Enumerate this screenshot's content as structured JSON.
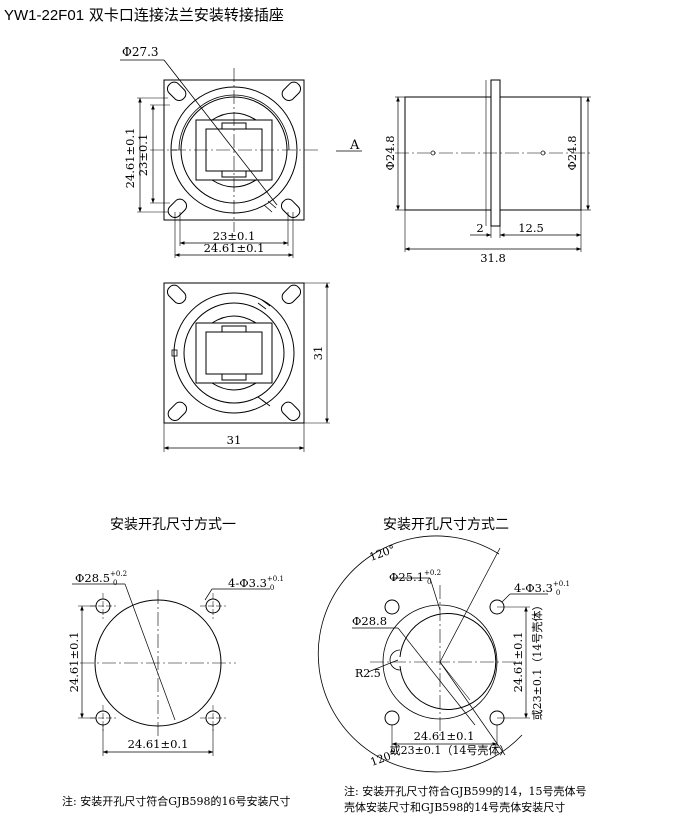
{
  "title": {
    "model": "YW1-22F01",
    "text": "双卡口连接法兰安装转接插座"
  },
  "labels": {
    "front_phi": "Φ27.3",
    "front_v_outer": "24.61±0.1",
    "front_v_inner": "23±0.1",
    "front_h_inner": "23±0.1",
    "front_h_outer": "24.61±0.1",
    "view_a": "A",
    "side_phi_left": "Φ24.8",
    "side_phi_right": "Φ24.8",
    "side_dim_2": "2",
    "side_dim_12_5": "12.5",
    "side_dim_31_8": "31.8",
    "bottom_v_31": "31",
    "bottom_h_31": "31"
  },
  "cutout1": {
    "title": "安装开孔尺寸方式一",
    "phi_main": "Φ28.5",
    "phi_main_tol_top": "+0.2",
    "phi_main_tol_bottom": "0",
    "holes": "4-Φ3.3",
    "holes_tol_top": "+0.1",
    "holes_tol_bottom": "0",
    "dim_v": "24.61±0.1",
    "dim_h": "24.61±0.1",
    "note": "注:  安装开孔尺寸符合GJB598的16号安装尺寸"
  },
  "cutout2": {
    "title": "安装开孔尺寸方式二",
    "angle_top": "120°",
    "angle_bottom": "120°",
    "phi_inner": "Φ25.1",
    "phi_inner_tol_top": "+0.2",
    "phi_inner_tol_bottom": "0",
    "phi_outer": "Φ28.8",
    "radius": "R2.5",
    "holes": "4-Φ3.3",
    "holes_tol_top": "+0.1",
    "holes_tol_bottom": "0",
    "dim_v": "24.61±0.1",
    "dim_v_alt": "或23±0.1（14号壳体）",
    "dim_h": "24.61±0.1",
    "dim_h_alt": "或23±0.1（14号壳体）",
    "note_line1": "注:  安装开孔尺寸符合GJB599的14，15号壳体号",
    "note_line2": "壳体安装尺寸和GJB598的14号壳体安装尺寸"
  }
}
